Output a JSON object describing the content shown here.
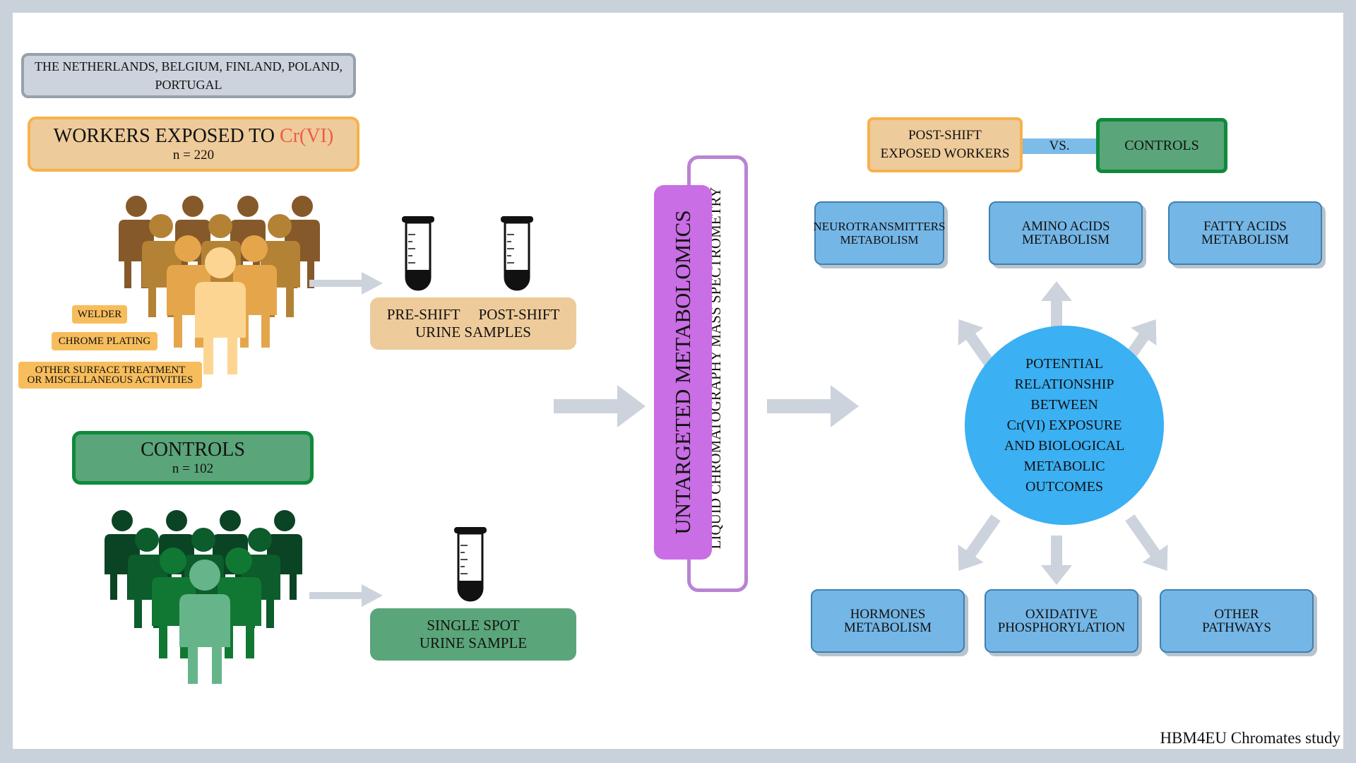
{
  "left": {
    "countries": "THE NETHERLANDS, BELGIUM, FINLAND, POLAND, PORTUGAL",
    "workers": {
      "title_prefix": "WORKERS EXPOSED TO ",
      "title_highlight": "Cr(VI)",
      "n": "n = 220"
    },
    "activities": [
      "WELDER",
      "CHROME PLATING",
      "OTHER SURFACE TREATMENT",
      "OR MISCELLANEOUS ACTIVITIES"
    ],
    "controls": {
      "title": "CONTROLS",
      "n": "n = 102"
    },
    "samples_workers": {
      "pre": "PRE-SHIFT",
      "post": "POST-SHIFT",
      "label": "URINE SAMPLES"
    },
    "samples_controls": {
      "line1": "SINGLE SPOT",
      "line2": "URINE SAMPLE"
    }
  },
  "center": {
    "method": "UNTARGETED METABOLOMICS",
    "technique": "LIQUID CHROMATOGRAPHY MASS SPECTROMETRY"
  },
  "right": {
    "comparison": {
      "left_line1": "POST-SHIFT",
      "left_line2": "EXPOSED WORKERS",
      "vs": "VS.",
      "right": "CONTROLS"
    },
    "pathways_top": [
      {
        "l1": "NEUROTRANSMITTERS",
        "l2": "METABOLISM"
      },
      {
        "l1": "AMINO ACIDS",
        "l2": "METABOLISM"
      },
      {
        "l1": "FATTY ACIDS",
        "l2": "METABOLISM"
      }
    ],
    "pathways_bottom": [
      {
        "l1": "HORMONES",
        "l2": "METABOLISM"
      },
      {
        "l1": "OXIDATIVE",
        "l2": "PHOSPHORYLATION"
      },
      {
        "l1": "OTHER",
        "l2": "PATHWAYS"
      }
    ],
    "hub_lines": [
      "POTENTIAL",
      "RELATIONSHIP",
      "BETWEEN",
      "Cr(VI) EXPOSURE",
      "AND BIOLOGICAL",
      "METABOLIC",
      "OUTCOMES"
    ]
  },
  "footer": "HBM4EU Chromates study",
  "colors": {
    "workers_fill": "#eecb9a",
    "workers_border": "#f6b24c",
    "cr_red": "#ef5b47",
    "controls_fill": "#5aa57a",
    "controls_border": "#0f8a3a",
    "metabolomics": "#c96ee4",
    "ms_border": "#b983d3",
    "pathway_box": "#74b6e6",
    "hub": "#3bb0f3",
    "arrows": "#ccd3dc"
  }
}
